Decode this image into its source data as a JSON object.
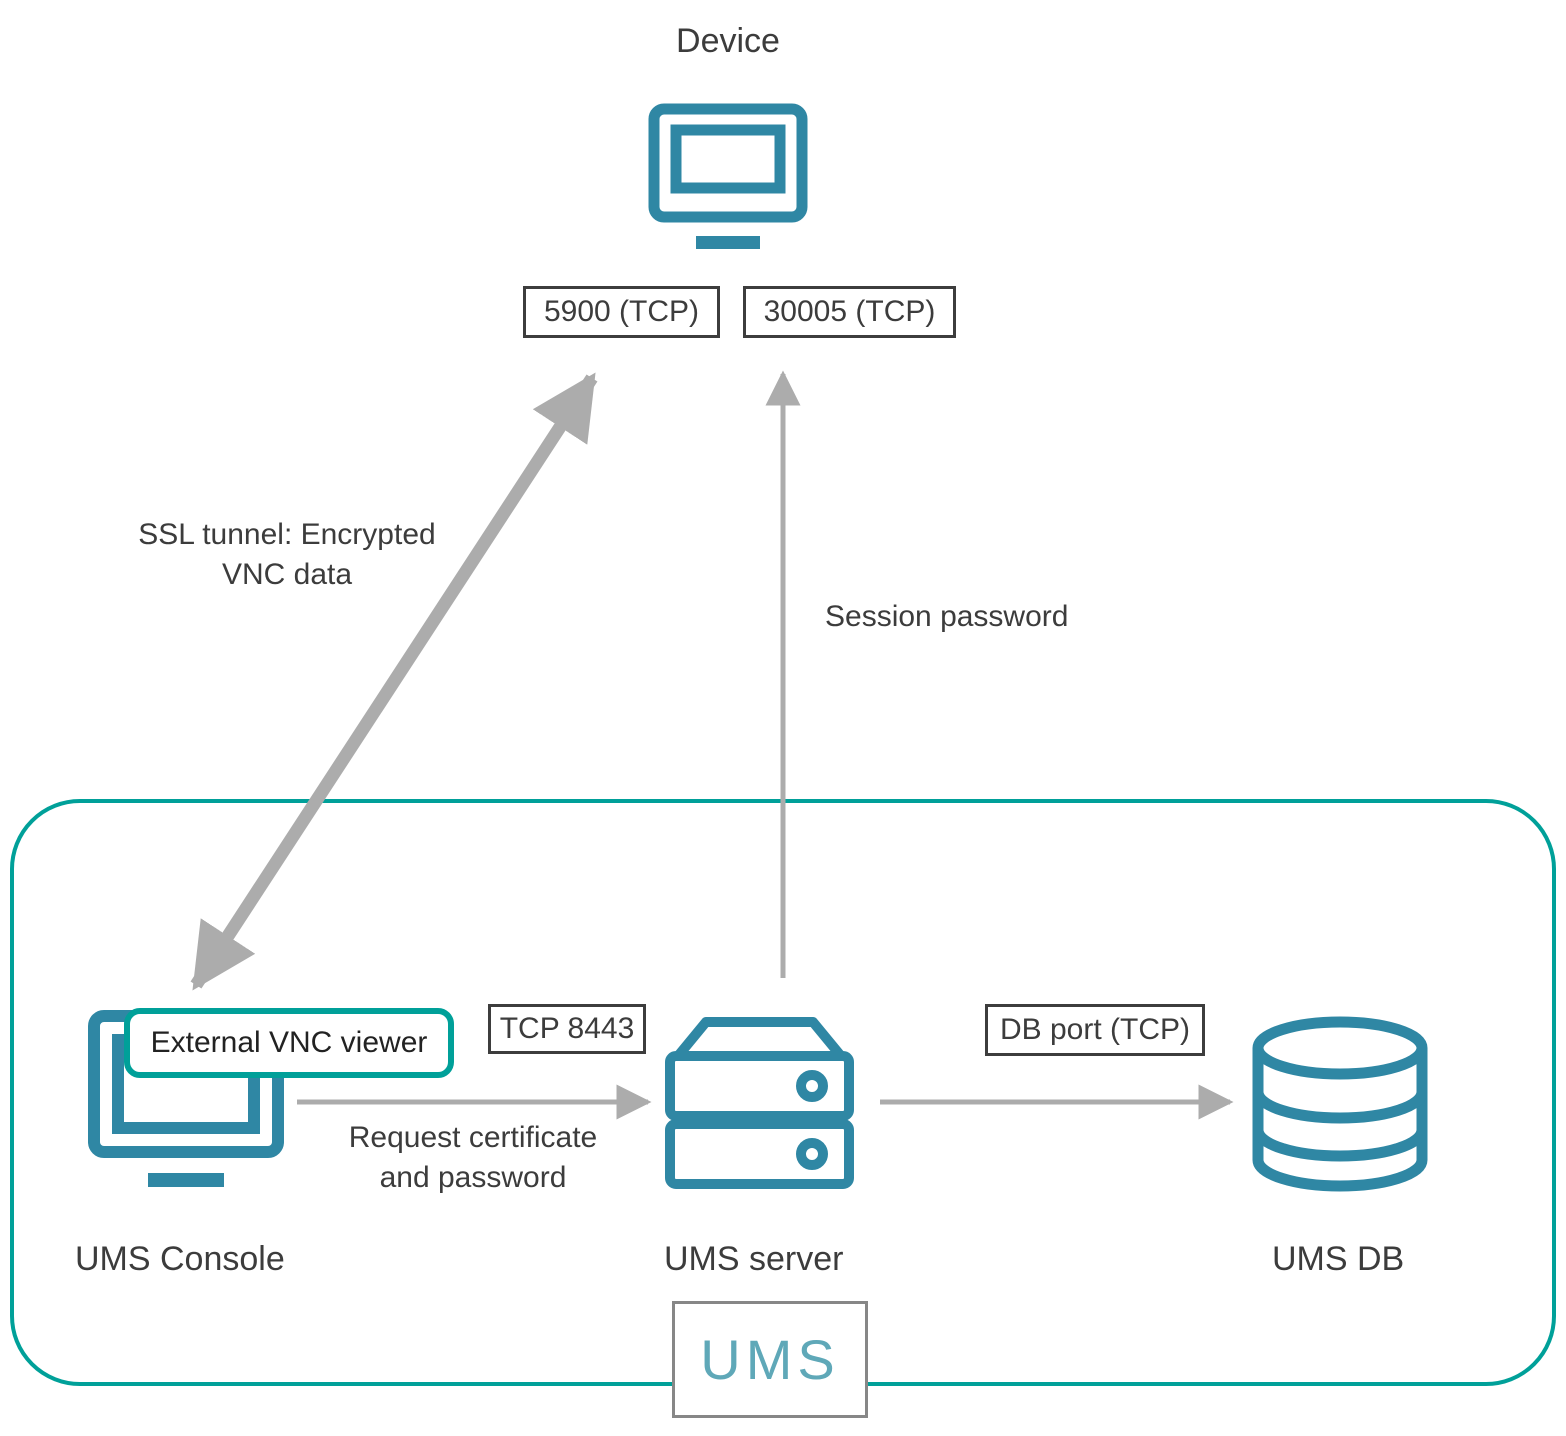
{
  "colors": {
    "teal_icon": "#2F87A4",
    "teal_border": "#00A099",
    "arrow_gray": "#ACACAC",
    "text_dark": "#3C3C3C",
    "box_border": "#3D3D3D",
    "logo_teal": "#5FA8B8",
    "logo_border": "#878787"
  },
  "nodes": {
    "device": {
      "label": "Device"
    },
    "ums_console": {
      "label": "UMS Console",
      "badge": "External VNC viewer"
    },
    "ums_server": {
      "label": "UMS server"
    },
    "ums_db": {
      "label": "UMS DB"
    },
    "ums_logo": "UMS"
  },
  "ports": {
    "vnc": "5900 (TCP)",
    "session": "30005 (TCP)",
    "tcp8443": "TCP 8443",
    "db": "DB port (TCP)"
  },
  "edges": {
    "ssl_tunnel": "SSL tunnel: Encrypted VNC data",
    "session_password": "Session password",
    "request_certificate": "Request certificate and password"
  }
}
